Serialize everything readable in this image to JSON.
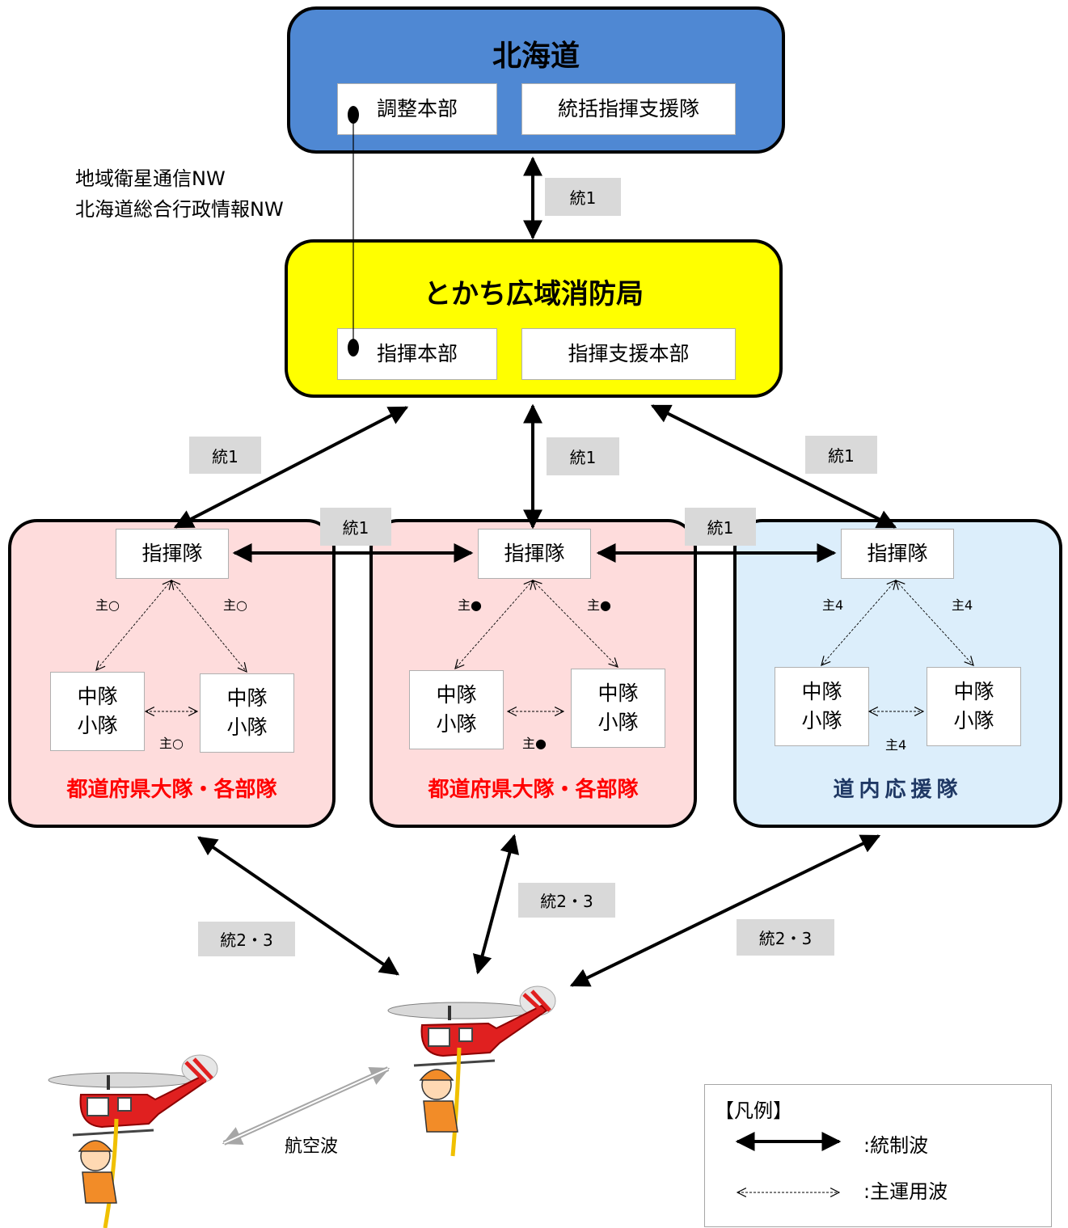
{
  "hokkaido": {
    "title": "北海道",
    "box1": "調整本部",
    "box2": "統括指揮支援隊"
  },
  "network": {
    "line1": "地域衛星通信NW",
    "line2": "北海道総合行政情報NW"
  },
  "tokachi": {
    "title": "とかち広域消防局",
    "box1": "指揮本部",
    "box2": "指揮支援本部"
  },
  "link_labels": {
    "control1": "統1",
    "control23": "統2・3",
    "aviation": "航空波"
  },
  "units": [
    {
      "command": "指揮隊",
      "sub_left": "中隊\n小隊",
      "sub_right": "中隊\n小隊",
      "freq": "主○",
      "footer": "都道府県大隊・各部隊"
    },
    {
      "command": "指揮隊",
      "sub_left": "中隊\n小隊",
      "sub_right": "中隊\n小隊",
      "freq": "主●",
      "footer": "都道府県大隊・各部隊"
    },
    {
      "command": "指揮隊",
      "sub_left": "中隊\n小隊",
      "sub_right": "中隊\n小隊",
      "freq": "主4",
      "footer": "道内応援隊"
    }
  ],
  "legend": {
    "title": "【凡例】",
    "control_wave": ":統制波",
    "main_wave": ":主運用波"
  },
  "colors": {
    "hokkaido": "#4f88d3",
    "tokachi": "#ffff00",
    "pink": "#fedcdc",
    "light_blue": "#dceefb",
    "red_text": "#ff0000",
    "navy_text": "#1f3864"
  }
}
